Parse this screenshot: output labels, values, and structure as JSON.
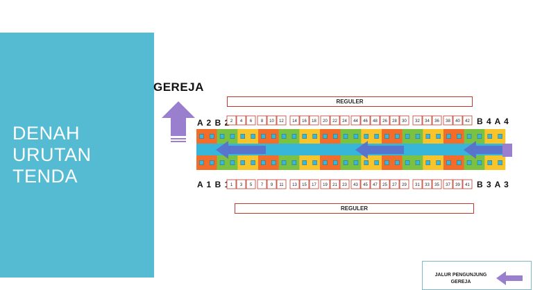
{
  "slide": {
    "title_lines": [
      "DENAH",
      "URUTAN",
      "TENDA"
    ],
    "colors": {
      "panel": "#55bbd3",
      "title_text": "#ffffff"
    }
  },
  "church_label": "GEREJA",
  "top_band_label": "REGULER",
  "bottom_band_label": "REGULER",
  "row_labels": {
    "top_left": "A 2  B 2",
    "top_right": "B 4 A 4",
    "bottom_left": "A 1 B 1",
    "bottom_right": "B 3 A 3"
  },
  "even_numbers": [
    "2",
    "4",
    "6",
    "8",
    "10",
    "12",
    "14",
    "16",
    "18",
    "20",
    "22",
    "24",
    "26",
    "28",
    "30",
    "32",
    "34",
    "36",
    "38",
    "40",
    "42",
    "44",
    "46",
    "48"
  ],
  "odd_numbers": [
    "1",
    "3",
    "5",
    "7",
    "9",
    "11",
    "13",
    "15",
    "17",
    "19",
    "21",
    "23",
    "25",
    "27",
    "29",
    "31",
    "33",
    "35",
    "37",
    "39",
    "41",
    "43",
    "45",
    "47"
  ],
  "legend": {
    "label": "JALUR PENGUNJUNG GEREJA",
    "icon": "left-arrow-icon"
  },
  "colors": {
    "orange": "#f26d2a",
    "green": "#7cc242",
    "yellow": "#f7c52b",
    "aisle": "#38b6d9",
    "arrow_blue": "#5b6cc9",
    "arrow_purple": "#9b7fcf",
    "band_border": "#c0392b",
    "screen": "#3eb4d6"
  }
}
